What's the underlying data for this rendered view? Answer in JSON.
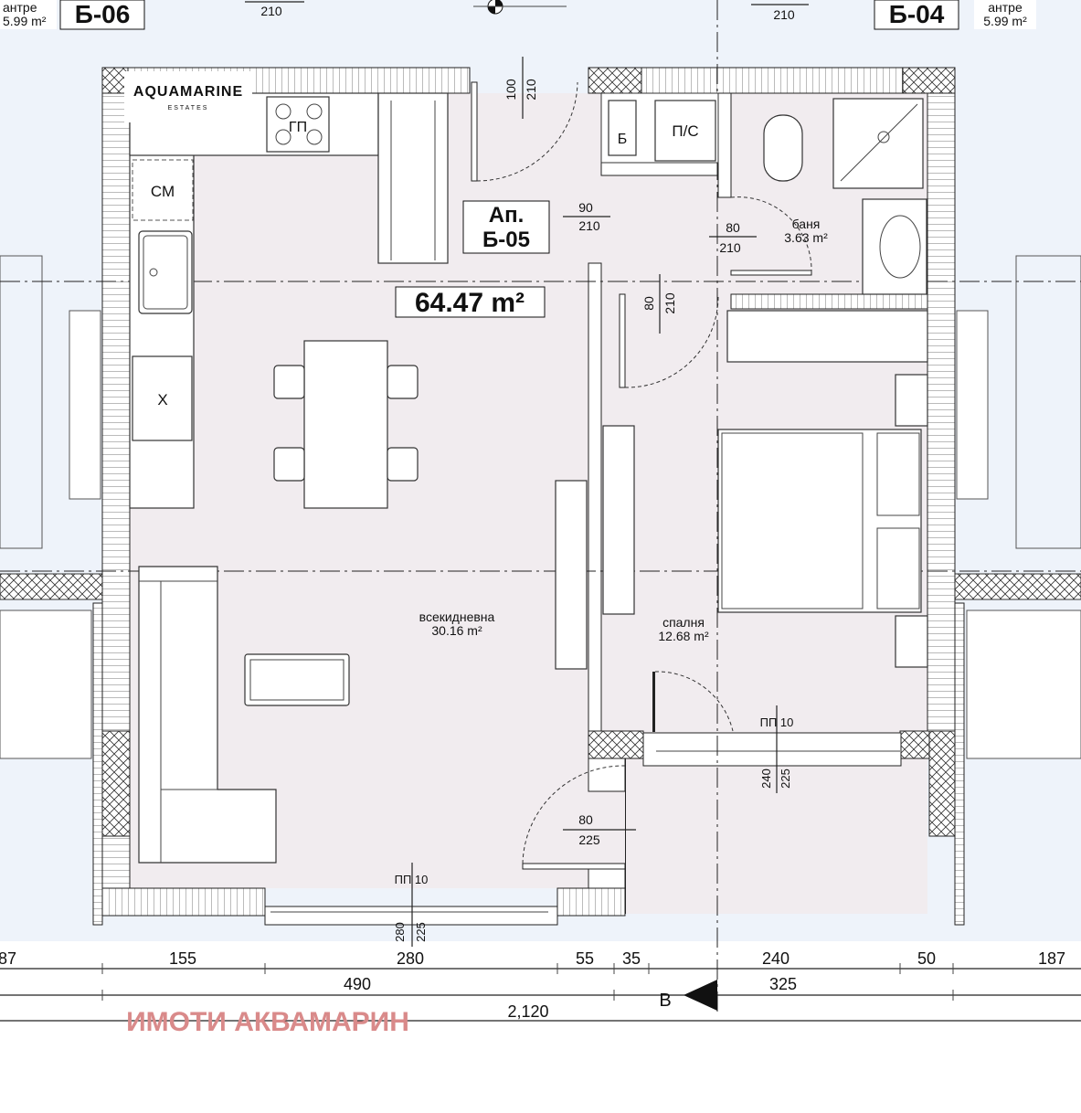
{
  "neighbors": {
    "left": {
      "label": "Б-06",
      "room": "антре",
      "area": "5.99 m²"
    },
    "right": {
      "label": "Б-04",
      "room": "антре",
      "area": "5.99 m²"
    }
  },
  "logo": {
    "name": "AQUAMARINE",
    "sub": "ESTATES",
    "color": "#2ec4c4"
  },
  "apartment": {
    "label_line1": "Ап.",
    "label_line2": "Б-05",
    "total_area": "64.47 m²"
  },
  "rooms": [
    {
      "name": "всекидневна",
      "area": "30.16 m²"
    },
    {
      "name": "спалня",
      "area": "12.68 m²"
    },
    {
      "name": "баня",
      "area": "3.63 m²"
    }
  ],
  "fixtures": {
    "stove": "ГП",
    "washer": "СМ",
    "fridge": "Х",
    "boiler": "Б",
    "washer_dryer": "П/С"
  },
  "doors": [
    {
      "width": "210",
      "height": ""
    },
    {
      "width": "100",
      "height": "210"
    },
    {
      "width": "90",
      "height": "210"
    },
    {
      "width": "80",
      "height": "210"
    },
    {
      "width": "80",
      "height": "210"
    },
    {
      "width": "80",
      "height": "225"
    },
    {
      "width": "240",
      "height": "225"
    },
    {
      "width": "280",
      "height": "225"
    }
  ],
  "door_top_right": "210",
  "windows": [
    "ПП 10",
    "ПП 10"
  ],
  "dimensions": {
    "row1": [
      "87",
      "155",
      "280",
      "55",
      "35",
      "240",
      "50",
      "187"
    ],
    "row2": [
      "490",
      "325"
    ],
    "row3": [
      "2,120"
    ]
  },
  "section_marker": "B",
  "watermark": {
    "text": "ИМОТИ АКВАМАРИН",
    "color": "#d98a8a"
  },
  "colors": {
    "interior": "#f1ecef",
    "exterior": "#eef3fa"
  }
}
